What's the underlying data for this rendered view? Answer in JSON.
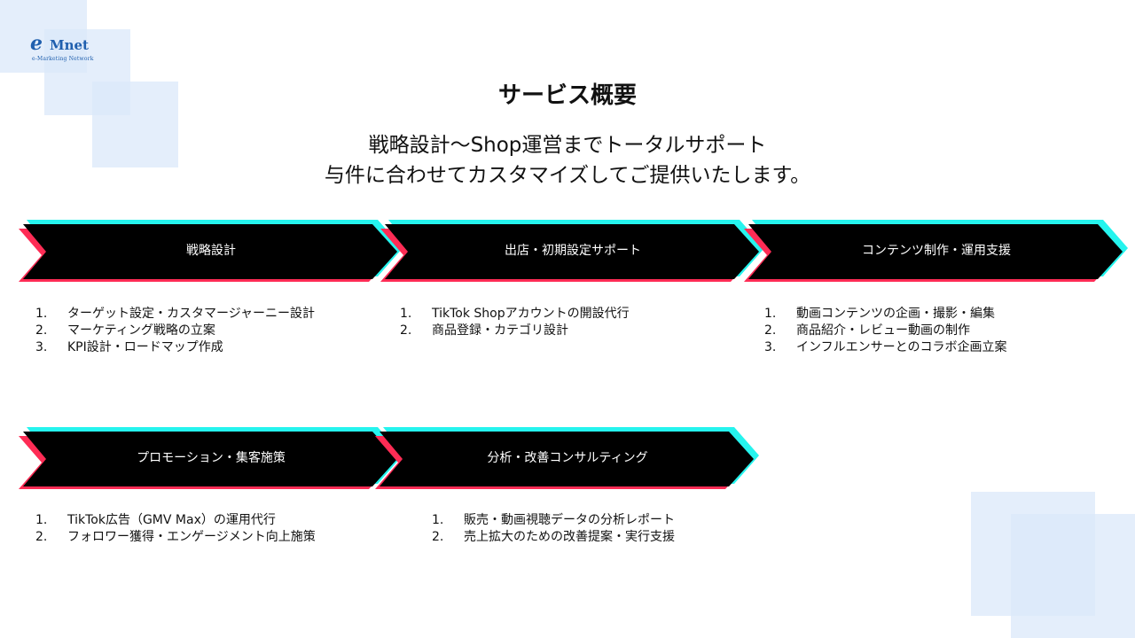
{
  "logo": {
    "mark": "e",
    "name": "Mnet",
    "tagline": "e-Marketing Network"
  },
  "page": {
    "title": "サービス概要",
    "subtitle_line1": "戦略設計～Shop運営までトータルサポート",
    "subtitle_line2": "与件に合わせてカスタマイズしてご提供いたします。"
  },
  "colors": {
    "chevron_fill": "#000000",
    "chevron_cyan": "#25f4ee",
    "chevron_red": "#fe2c55",
    "decor": "#dbe8fa",
    "brand": "#1f5fae"
  },
  "services": [
    {
      "label": "戦略設計",
      "items": [
        {
          "num": "1.",
          "text": "ターゲット設定・カスタマージャーニー設計"
        },
        {
          "num": "2.",
          "text": "マーケティング戦略の立案"
        },
        {
          "num": "3.",
          "text": "KPI設計・ロードマップ作成"
        }
      ]
    },
    {
      "label": "出店・初期設定サポート",
      "items": [
        {
          "num": "1.",
          "text": "TikTok Shopアカウントの開設代行"
        },
        {
          "num": "2.",
          "text": "商品登録・カテゴリ設計"
        }
      ]
    },
    {
      "label": "コンテンツ制作・運用支援",
      "items": [
        {
          "num": "1.",
          "text": "動画コンテンツの企画・撮影・編集"
        },
        {
          "num": "2.",
          "text": "商品紹介・レビュー動画の制作"
        },
        {
          "num": "3.",
          "text": "インフルエンサーとのコラボ企画立案"
        }
      ]
    },
    {
      "label": "プロモーション・集客施策",
      "items": [
        {
          "num": "1.",
          "text": "TikTok広告（GMV Max）の運用代行"
        },
        {
          "num": "2.",
          "text": "フォロワー獲得・エンゲージメント向上施策"
        }
      ]
    },
    {
      "label": "分析・改善コンサルティング",
      "items": [
        {
          "num": "1.",
          "text": "販売・動画視聴データの分析レポート"
        },
        {
          "num": "2.",
          "text": "売上拡大のための改善提案・実行支援"
        }
      ]
    }
  ]
}
